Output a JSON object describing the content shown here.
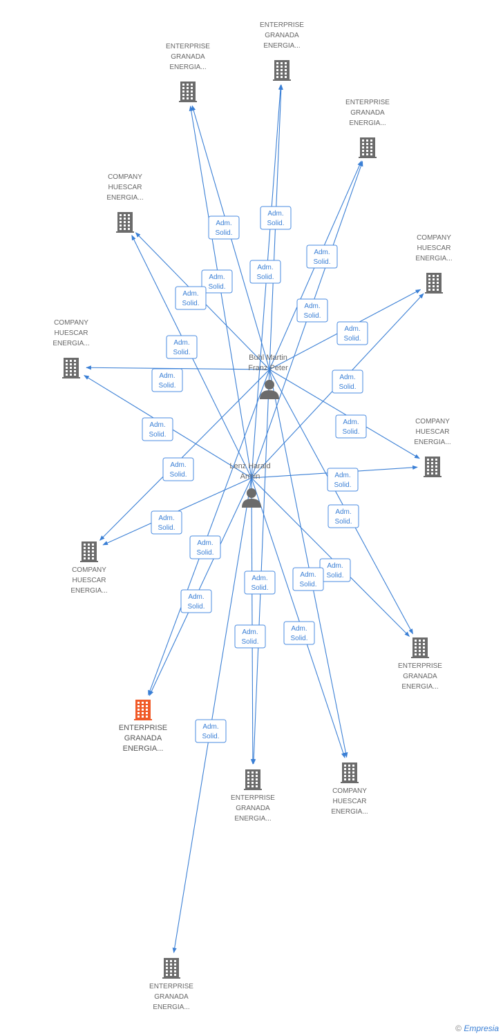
{
  "people": [
    {
      "id": "buhl",
      "label_lines": [
        "Buhl Martin",
        "Franz Peter"
      ],
      "icon": "person-icon"
    },
    {
      "id": "lenz",
      "label_lines": [
        "Lenz Harald",
        "Armin"
      ],
      "icon": "person-icon"
    }
  ],
  "companies": [
    {
      "id": "c1",
      "label_lines": [
        "ENTERPRISE",
        "GRANADA",
        "ENERGIA..."
      ],
      "icon": "building-icon",
      "highlight": false
    },
    {
      "id": "c2",
      "label_lines": [
        "ENTERPRISE",
        "GRANADA",
        "ENERGIA..."
      ],
      "icon": "building-icon",
      "highlight": false
    },
    {
      "id": "c3",
      "label_lines": [
        "ENTERPRISE",
        "GRANADA",
        "ENERGIA..."
      ],
      "icon": "building-icon",
      "highlight": false
    },
    {
      "id": "c4",
      "label_lines": [
        "COMPANY",
        "HUESCAR",
        "ENERGIA..."
      ],
      "icon": "building-icon",
      "highlight": false
    },
    {
      "id": "c5",
      "label_lines": [
        "COMPANY",
        "HUESCAR",
        "ENERGIA..."
      ],
      "icon": "building-icon",
      "highlight": false
    },
    {
      "id": "c6",
      "label_lines": [
        "COMPANY",
        "HUESCAR",
        "ENERGIA..."
      ],
      "icon": "building-icon",
      "highlight": false
    },
    {
      "id": "c7",
      "label_lines": [
        "COMPANY",
        "HUESCAR",
        "ENERGIA..."
      ],
      "icon": "building-icon",
      "highlight": false
    },
    {
      "id": "c8",
      "label_lines": [
        "COMPANY",
        "HUESCAR",
        "ENERGIA..."
      ],
      "icon": "building-icon",
      "highlight": false
    },
    {
      "id": "c9",
      "label_lines": [
        "ENTERPRISE",
        "GRANADA",
        "ENERGIA..."
      ],
      "icon": "building-icon",
      "highlight": false
    },
    {
      "id": "c10",
      "label_lines": [
        "ENTERPRISE",
        "GRANADA",
        "ENERGIA..."
      ],
      "icon": "building-icon",
      "highlight": true
    },
    {
      "id": "c11",
      "label_lines": [
        "ENTERPRISE",
        "GRANADA",
        "ENERGIA..."
      ],
      "icon": "building-icon",
      "highlight": false
    },
    {
      "id": "c12",
      "label_lines": [
        "COMPANY",
        "HUESCAR",
        "ENERGIA..."
      ],
      "icon": "building-icon",
      "highlight": false
    },
    {
      "id": "c13",
      "label_lines": [
        "ENTERPRISE",
        "GRANADA",
        "ENERGIA..."
      ],
      "icon": "building-icon",
      "highlight": false
    }
  ],
  "edges": [
    {
      "from": "buhl",
      "to": "c1",
      "label_lines": [
        "Adm.",
        "Solid."
      ]
    },
    {
      "from": "lenz",
      "to": "c1",
      "label_lines": [
        "Adm.",
        "Solid."
      ]
    },
    {
      "from": "buhl",
      "to": "c2",
      "label_lines": [
        "Adm.",
        "Solid."
      ]
    },
    {
      "from": "lenz",
      "to": "c2",
      "label_lines": [
        "Adm.",
        "Solid."
      ]
    },
    {
      "from": "buhl",
      "to": "c3",
      "label_lines": [
        "Adm.",
        "Solid."
      ]
    },
    {
      "from": "lenz",
      "to": "c3",
      "label_lines": [
        "Adm.",
        "Solid."
      ]
    },
    {
      "from": "buhl",
      "to": "c4",
      "label_lines": [
        "Adm.",
        "Solid."
      ]
    },
    {
      "from": "lenz",
      "to": "c4",
      "label_lines": [
        "Adm.",
        "Solid."
      ]
    },
    {
      "from": "buhl",
      "to": "c5",
      "label_lines": [
        "Adm.",
        "Solid."
      ]
    },
    {
      "from": "lenz",
      "to": "c5",
      "label_lines": [
        "Adm.",
        "Solid."
      ]
    },
    {
      "from": "buhl",
      "to": "c6",
      "label_lines": [
        "Adm.",
        "Solid."
      ]
    },
    {
      "from": "lenz",
      "to": "c6",
      "label_lines": [
        "Adm.",
        "Solid."
      ]
    },
    {
      "from": "buhl",
      "to": "c7",
      "label_lines": [
        "Adm.",
        "Solid."
      ]
    },
    {
      "from": "lenz",
      "to": "c7",
      "label_lines": [
        "Adm.",
        "Solid."
      ]
    },
    {
      "from": "buhl",
      "to": "c8",
      "label_lines": [
        "Adm.",
        "Solid."
      ]
    },
    {
      "from": "lenz",
      "to": "c8",
      "label_lines": [
        "Adm.",
        "Solid."
      ]
    },
    {
      "from": "buhl",
      "to": "c9",
      "label_lines": [
        "Adm.",
        "Solid."
      ]
    },
    {
      "from": "lenz",
      "to": "c9",
      "label_lines": [
        "Adm.",
        "Solid."
      ]
    },
    {
      "from": "buhl",
      "to": "c10",
      "label_lines": [
        "Adm.",
        "Solid."
      ]
    },
    {
      "from": "lenz",
      "to": "c10",
      "label_lines": [
        "Adm.",
        "Solid."
      ]
    },
    {
      "from": "buhl",
      "to": "c11",
      "label_lines": [
        "Adm.",
        "Solid."
      ]
    },
    {
      "from": "lenz",
      "to": "c11",
      "label_lines": [
        "Adm.",
        "Solid."
      ]
    },
    {
      "from": "buhl",
      "to": "c12",
      "label_lines": [
        "Adm.",
        "Solid."
      ]
    },
    {
      "from": "lenz",
      "to": "c12",
      "label_lines": [
        "Adm.",
        "Solid."
      ]
    },
    {
      "from": "lenz",
      "to": "c13",
      "label_lines": [
        "Adm.",
        "Solid."
      ]
    }
  ],
  "footer": {
    "copyright_symbol": "©",
    "brand": "Empresia"
  },
  "colors": {
    "edge": "#3a7fd5",
    "building": "#6b6b6b",
    "highlight": "#f05a28",
    "label": "#666666"
  }
}
